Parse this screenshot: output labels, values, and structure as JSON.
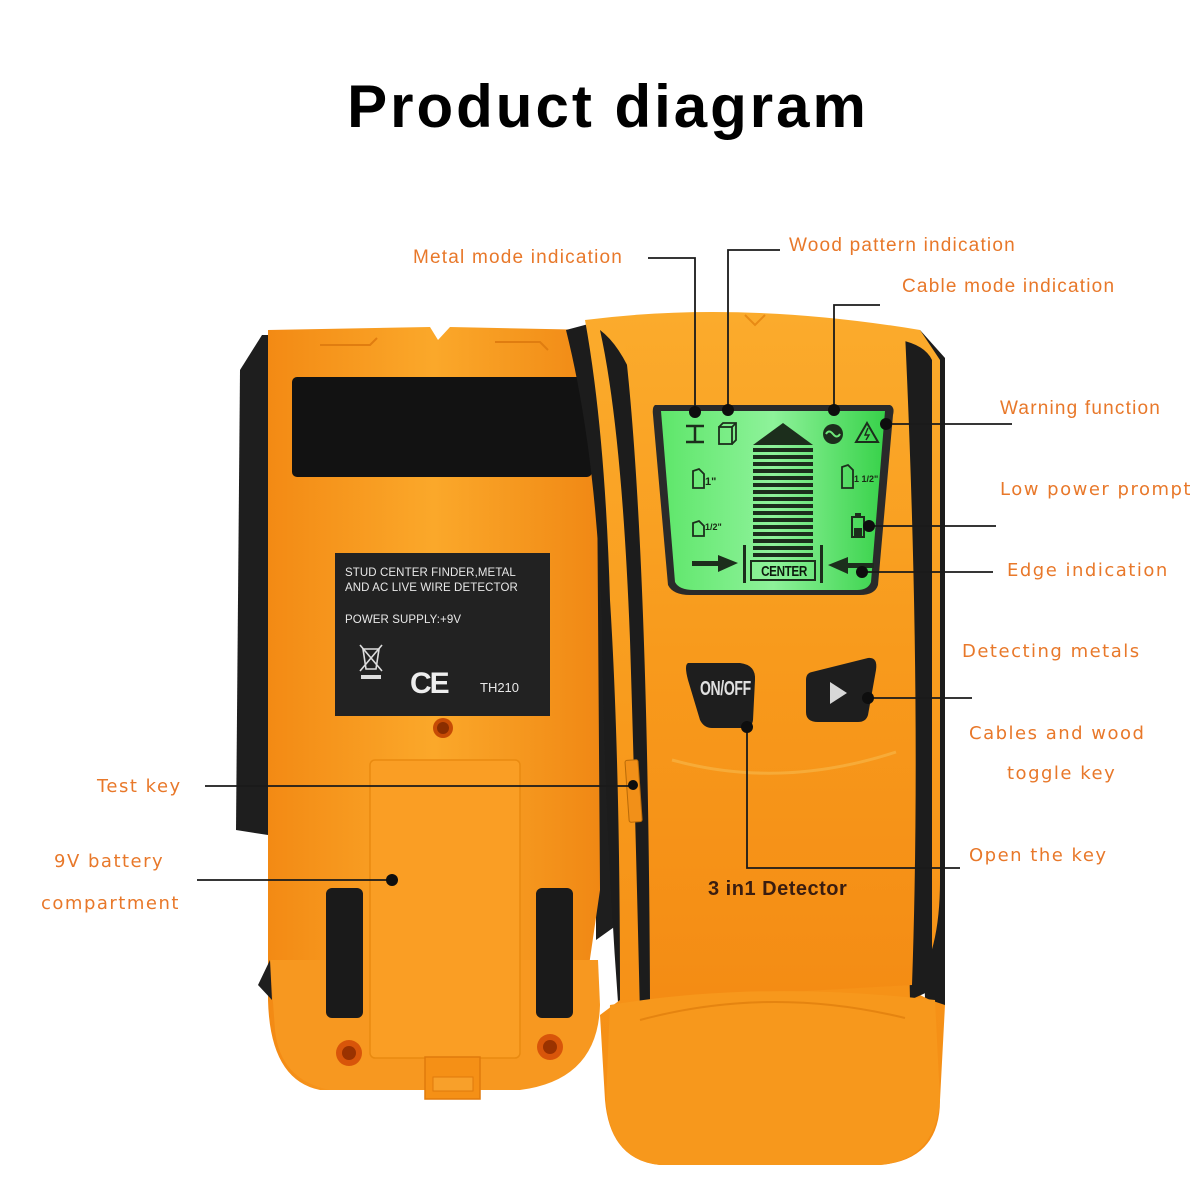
{
  "title": "Product diagram",
  "colors": {
    "label_text": "#e8782a",
    "device_body": "#f59a1e",
    "device_dark": "#1e1e1e",
    "lcd_green": "#4fe05a",
    "leader_line": "#1a1a1a"
  },
  "callouts": {
    "metal_mode": "Metal mode indication",
    "wood_pattern": "Wood pattern indication",
    "cable_mode": "Cable mode indication",
    "warning": "Warning function",
    "low_power": "Low power prompt",
    "edge": "Edge indication",
    "detecting_metals": "Detecting metals",
    "toggle_key_line1": "Cables and wood",
    "toggle_key_line2": "toggle key",
    "open_key": "Open the key",
    "test_key": "Test key",
    "battery_line1": "9V battery",
    "battery_line2": "compartment"
  },
  "back_device": {
    "label_line1": "STUD CENTER FINDER,METAL",
    "label_line2": "AND AC LIVE WIRE DETECTOR",
    "power_supply": "POWER SUPPLY:+9V",
    "ce_mark": "CE",
    "model": "TH210"
  },
  "front_device": {
    "brand_text": "3 in1 Detector",
    "power_button": "ON/OFF",
    "mode_button_icon": "play-triangle-icon",
    "lcd": {
      "center_label": "CENTER",
      "depth_left_top": "1\"",
      "depth_left_bottom": "1/2\"",
      "depth_right_top": "1 1/2\"",
      "icons": [
        "metal-beam-icon",
        "wood-block-icon",
        "ac-cable-icon",
        "warning-triangle-icon",
        "battery-icon",
        "arrow-right-icon",
        "arrow-left-icon",
        "signal-bar-graph-icon"
      ]
    }
  }
}
